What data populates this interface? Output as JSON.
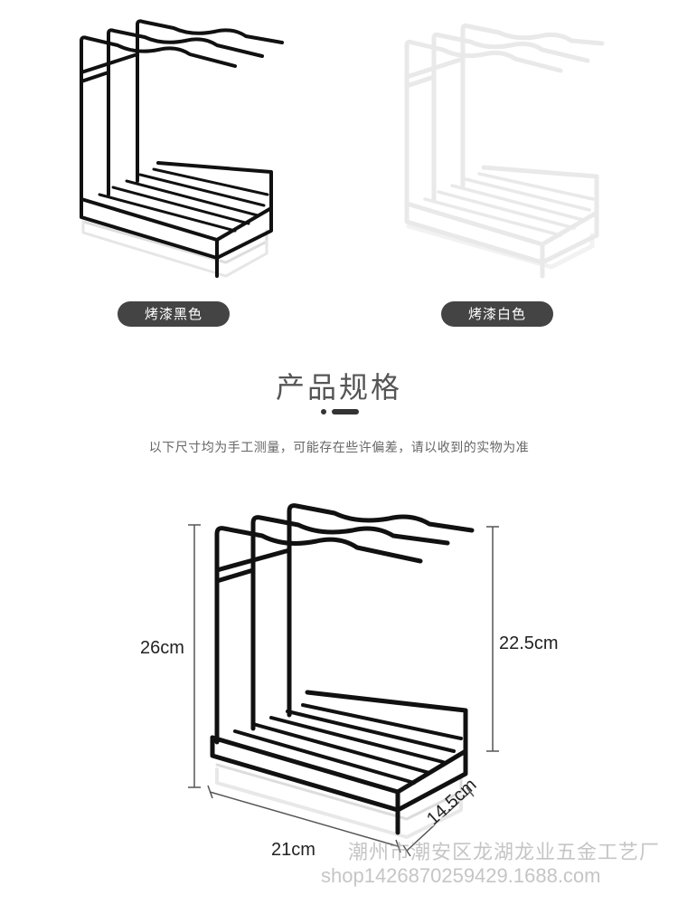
{
  "variants": [
    {
      "label": "烤漆黑色",
      "color": "#111111"
    },
    {
      "label": "烤漆白色",
      "color": "#f2f2f2"
    }
  ],
  "spec": {
    "title": "产品规格",
    "note": "以下尺寸均为手工测量，可能存在些许偏差，请以收到的实物为准"
  },
  "dimensions": {
    "height_total": "26cm",
    "height_inner": "22.5cm",
    "width": "21cm",
    "depth": "14.5cm"
  },
  "watermark": {
    "company": "潮州市潮安区龙湖龙业五金工艺厂",
    "url": "shop1426870259429.1688.com"
  },
  "colors": {
    "pill_bg": "#444444",
    "rack_black": "#111111",
    "rack_white": "#f2f2f2",
    "dim_line": "#555555"
  }
}
